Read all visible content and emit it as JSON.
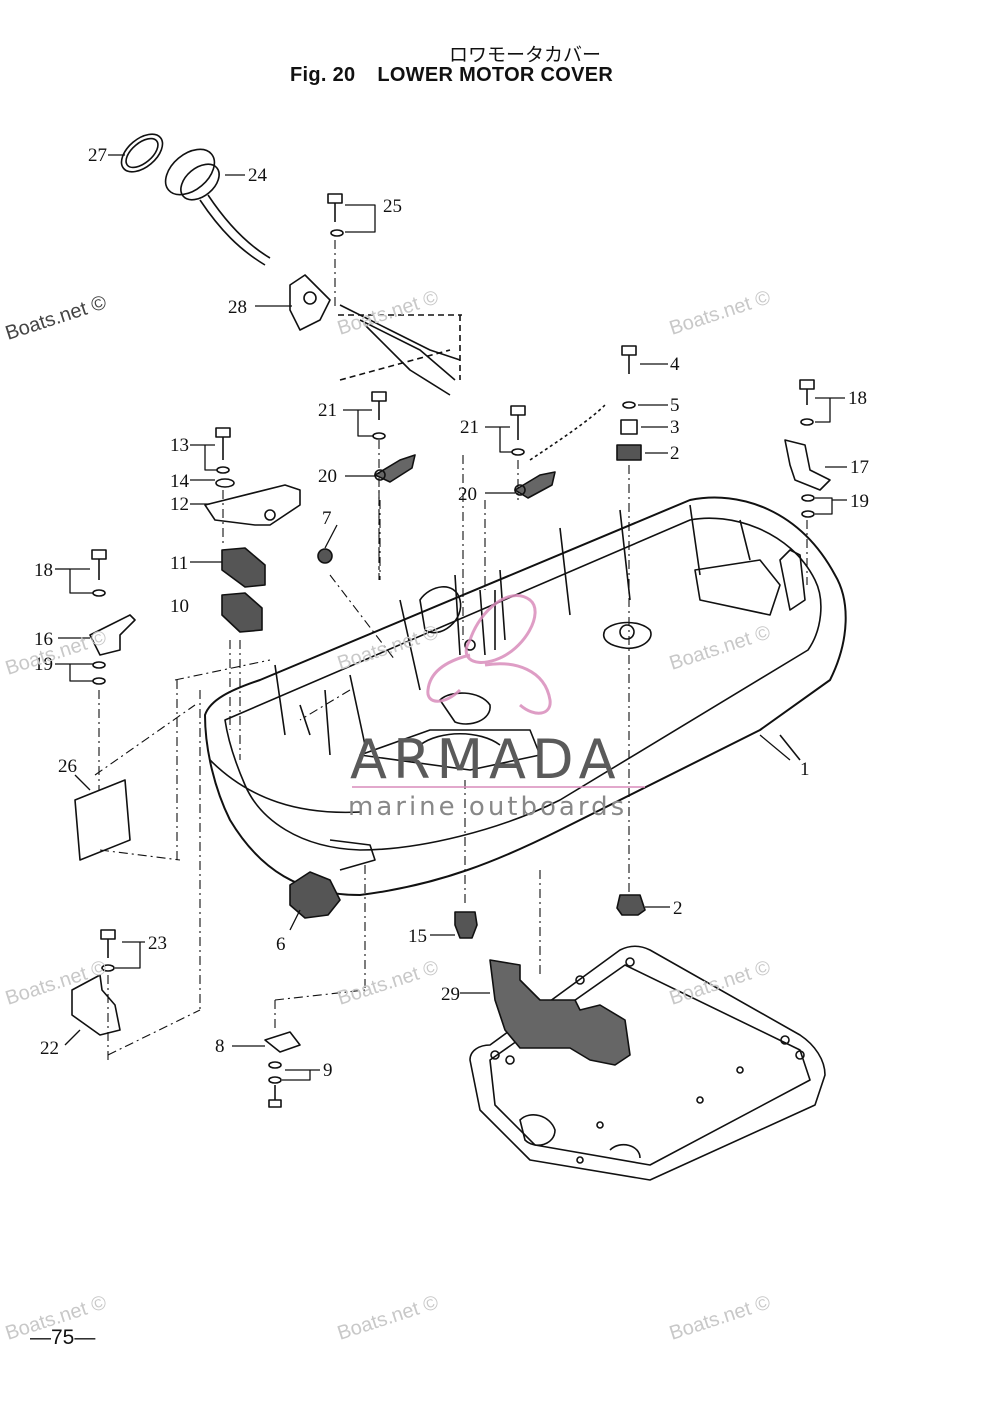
{
  "header": {
    "title_jp": "ロワモータカバー",
    "fig_label": "Fig. 20",
    "title_en": "LOWER MOTOR COVER"
  },
  "callouts": [
    "1",
    "2",
    "2",
    "3",
    "4",
    "5",
    "6",
    "7",
    "8",
    "9",
    "10",
    "11",
    "12",
    "13",
    "14",
    "15",
    "16",
    "17",
    "18",
    "18",
    "19",
    "19",
    "20",
    "20",
    "21",
    "21",
    "22",
    "23",
    "24",
    "25",
    "26",
    "27",
    "28",
    "29"
  ],
  "watermarks": {
    "boats": "Boats.net ©",
    "brand": "ARMADA",
    "brand_sub": "marine outboards"
  },
  "footer": {
    "page_number": "—75—"
  },
  "colors": {
    "brand_accent": "#d98cbb",
    "line": "#111111",
    "watermark": "#c8c8c8"
  }
}
